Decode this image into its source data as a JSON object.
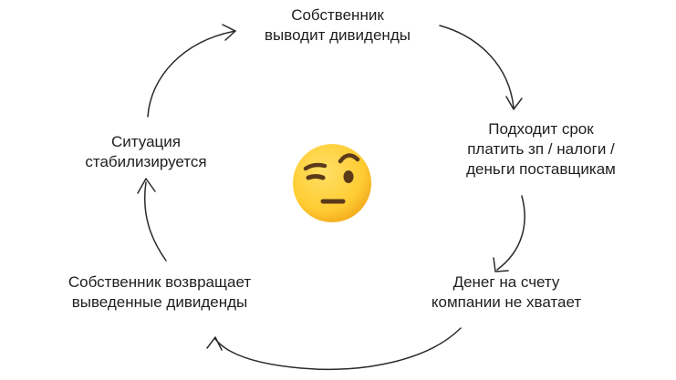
{
  "nodes": [
    {
      "id": "top",
      "lines": [
        "Собственник",
        "выводит дивиденды"
      ]
    },
    {
      "id": "right-top",
      "lines": [
        "Подходит срок",
        "платить зп / налоги /",
        "деньги поставщикам"
      ]
    },
    {
      "id": "right-bottom",
      "lines": [
        "Денег на счету",
        "компании не хватает"
      ]
    },
    {
      "id": "left-bottom",
      "lines": [
        "Собственник возвращает",
        "выведенные дивиденды"
      ]
    },
    {
      "id": "left-top",
      "lines": [
        "Ситуация",
        "стабилизируется"
      ]
    }
  ],
  "center_icon": "face-with-raised-eyebrow-emoji",
  "colors": {
    "text": "#1f1f1f",
    "stroke": "#2a2a2a",
    "emoji_face": "#ffcc33",
    "emoji_shade": "#f2a91c",
    "emoji_features": "#5b3a1a"
  }
}
